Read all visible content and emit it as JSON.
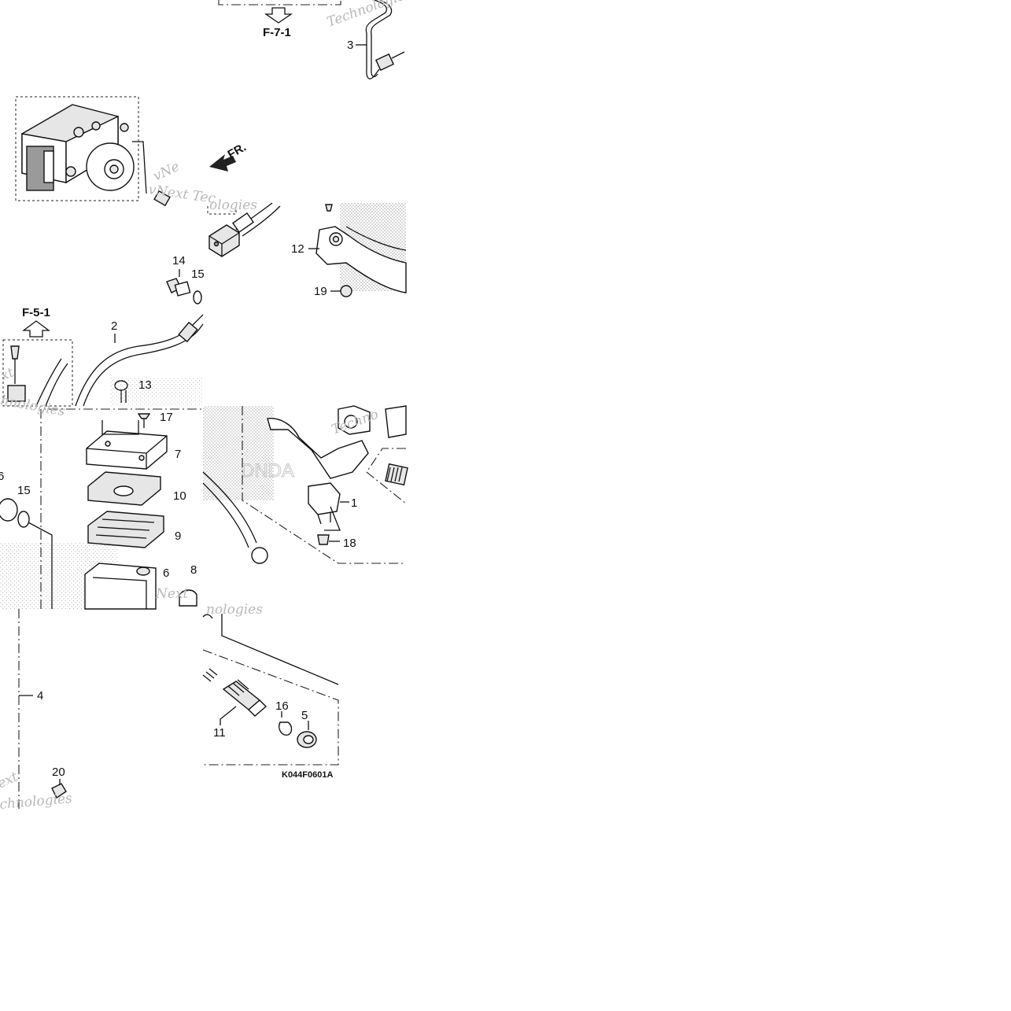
{
  "diagram": {
    "figure_code": "K044F0601A",
    "direction_label": "FR.",
    "references": [
      {
        "id": "ref-f71",
        "text": "F-7-1"
      },
      {
        "id": "ref-f51",
        "text": "F-5-1"
      }
    ],
    "callouts": {
      "c1": "1",
      "c2": "2",
      "c3": "3",
      "c4": "4",
      "c5": "5",
      "c6": "6",
      "c7": "7",
      "c8": "8",
      "c9": "9",
      "c10": "10",
      "c11": "11",
      "c12": "12",
      "c13": "13",
      "c14": "14",
      "c15a": "15",
      "c15b": "15",
      "c16": "16",
      "c17": "17",
      "c18": "18",
      "c19": "19",
      "c20": "20",
      "c6b": "6"
    },
    "watermarks": {
      "w1": "Technologies",
      "w2": "vNext Tec",
      "w3": "ologies",
      "w4": "xt",
      "w5": "hnologies",
      "w6": "Techno",
      "w7": "Next",
      "w8": "nologies",
      "w9": "ext",
      "w10": "chnologies",
      "w11": "vNe"
    }
  }
}
